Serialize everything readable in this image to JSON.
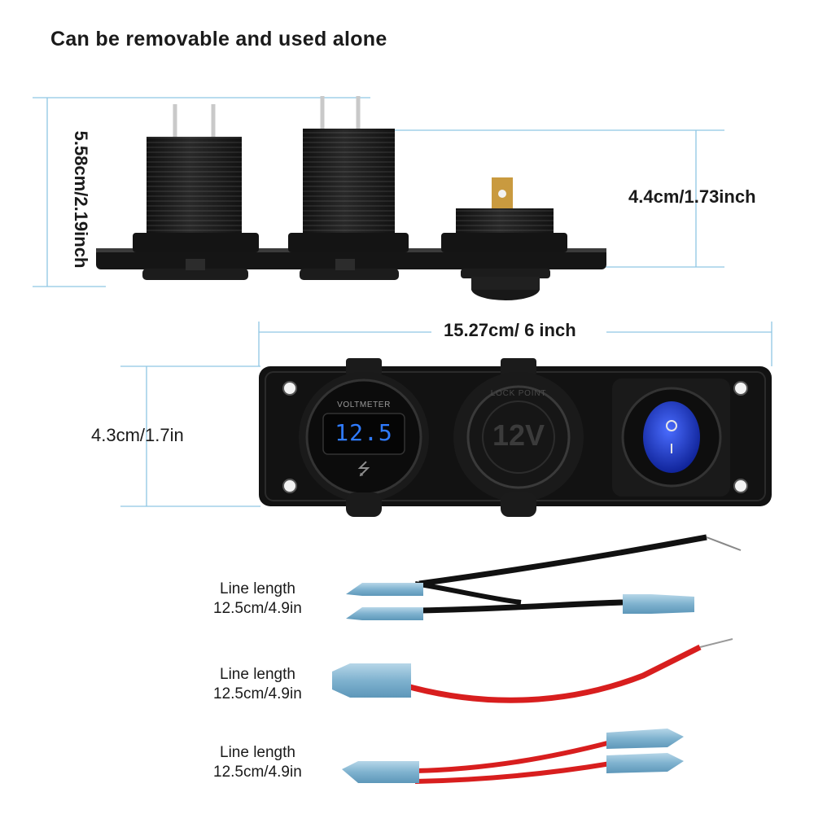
{
  "heading": "Can be removable and used alone",
  "dimensions": {
    "overall_height": "5.58cm/2.19inch",
    "socket_height": "4.4cm/1.73inch",
    "panel_width": "15.27cm/ 6 inch",
    "panel_height": "4.3cm/1.7in"
  },
  "panel": {
    "voltmeter_label": "VOLTMETER",
    "voltmeter_reading": "12.5",
    "socket_label": "12V",
    "socket_ring_text": "LOCK POINT"
  },
  "wires": [
    {
      "title": "Line length",
      "length": "12.5cm/4.9in",
      "color": "#111111"
    },
    {
      "title": "Line length",
      "length": "12.5cm/4.9in",
      "color": "#d81e1e"
    },
    {
      "title": "Line length",
      "length": "12.5cm/4.9in",
      "color": "#d81e1e"
    }
  ],
  "colors": {
    "panel": "#111111",
    "display_blue": "#2f7bff",
    "switch_blue": "#1f3fd1",
    "dimension_line": "#8fc7e3",
    "connector_blue": "#8ab9d4"
  }
}
